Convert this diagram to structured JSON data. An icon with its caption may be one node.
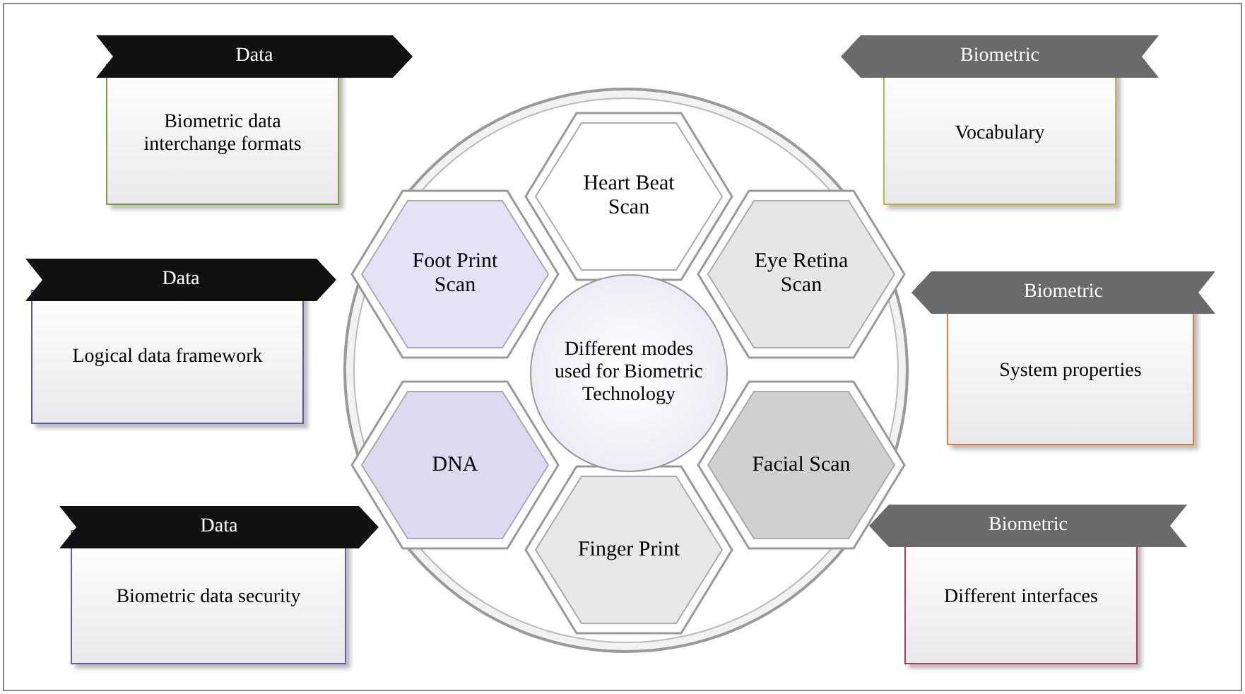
{
  "diagram": {
    "nodes": [
      {
        "text": [
          "Data",
          "Biometric data interchange formats"
        ]
      },
      {
        "text": [
          "Data",
          "Logical data framework"
        ]
      },
      {
        "text": [
          "Data",
          "Biometric data security"
        ]
      },
      {
        "text": [],
        "shape": "circle"
      },
      {
        "text": [
          "Heart Beat Scan"
        ],
        "in": 3
      },
      {
        "text": [
          "Foot Print Scan"
        ],
        "in": 3
      },
      {
        "text": [
          "Eye Retina Scan"
        ],
        "in": 3
      },
      {
        "text": [
          "Different modes used for Biometric Technology"
        ],
        "in": 3
      },
      {
        "text": [
          "DNA"
        ],
        "in": 3
      },
      {
        "text": [
          "Facial Scan"
        ],
        "in": 3
      },
      {
        "text": [
          "Finger Print"
        ],
        "in": 3
      },
      {
        "text": [
          "Biometric",
          "Vocabulary"
        ]
      },
      {
        "text": [
          "Biometric",
          "System properties"
        ]
      },
      {
        "text": [
          "Biometric",
          "Different interfaces"
        ]
      }
    ],
    "edges": []
  }
}
